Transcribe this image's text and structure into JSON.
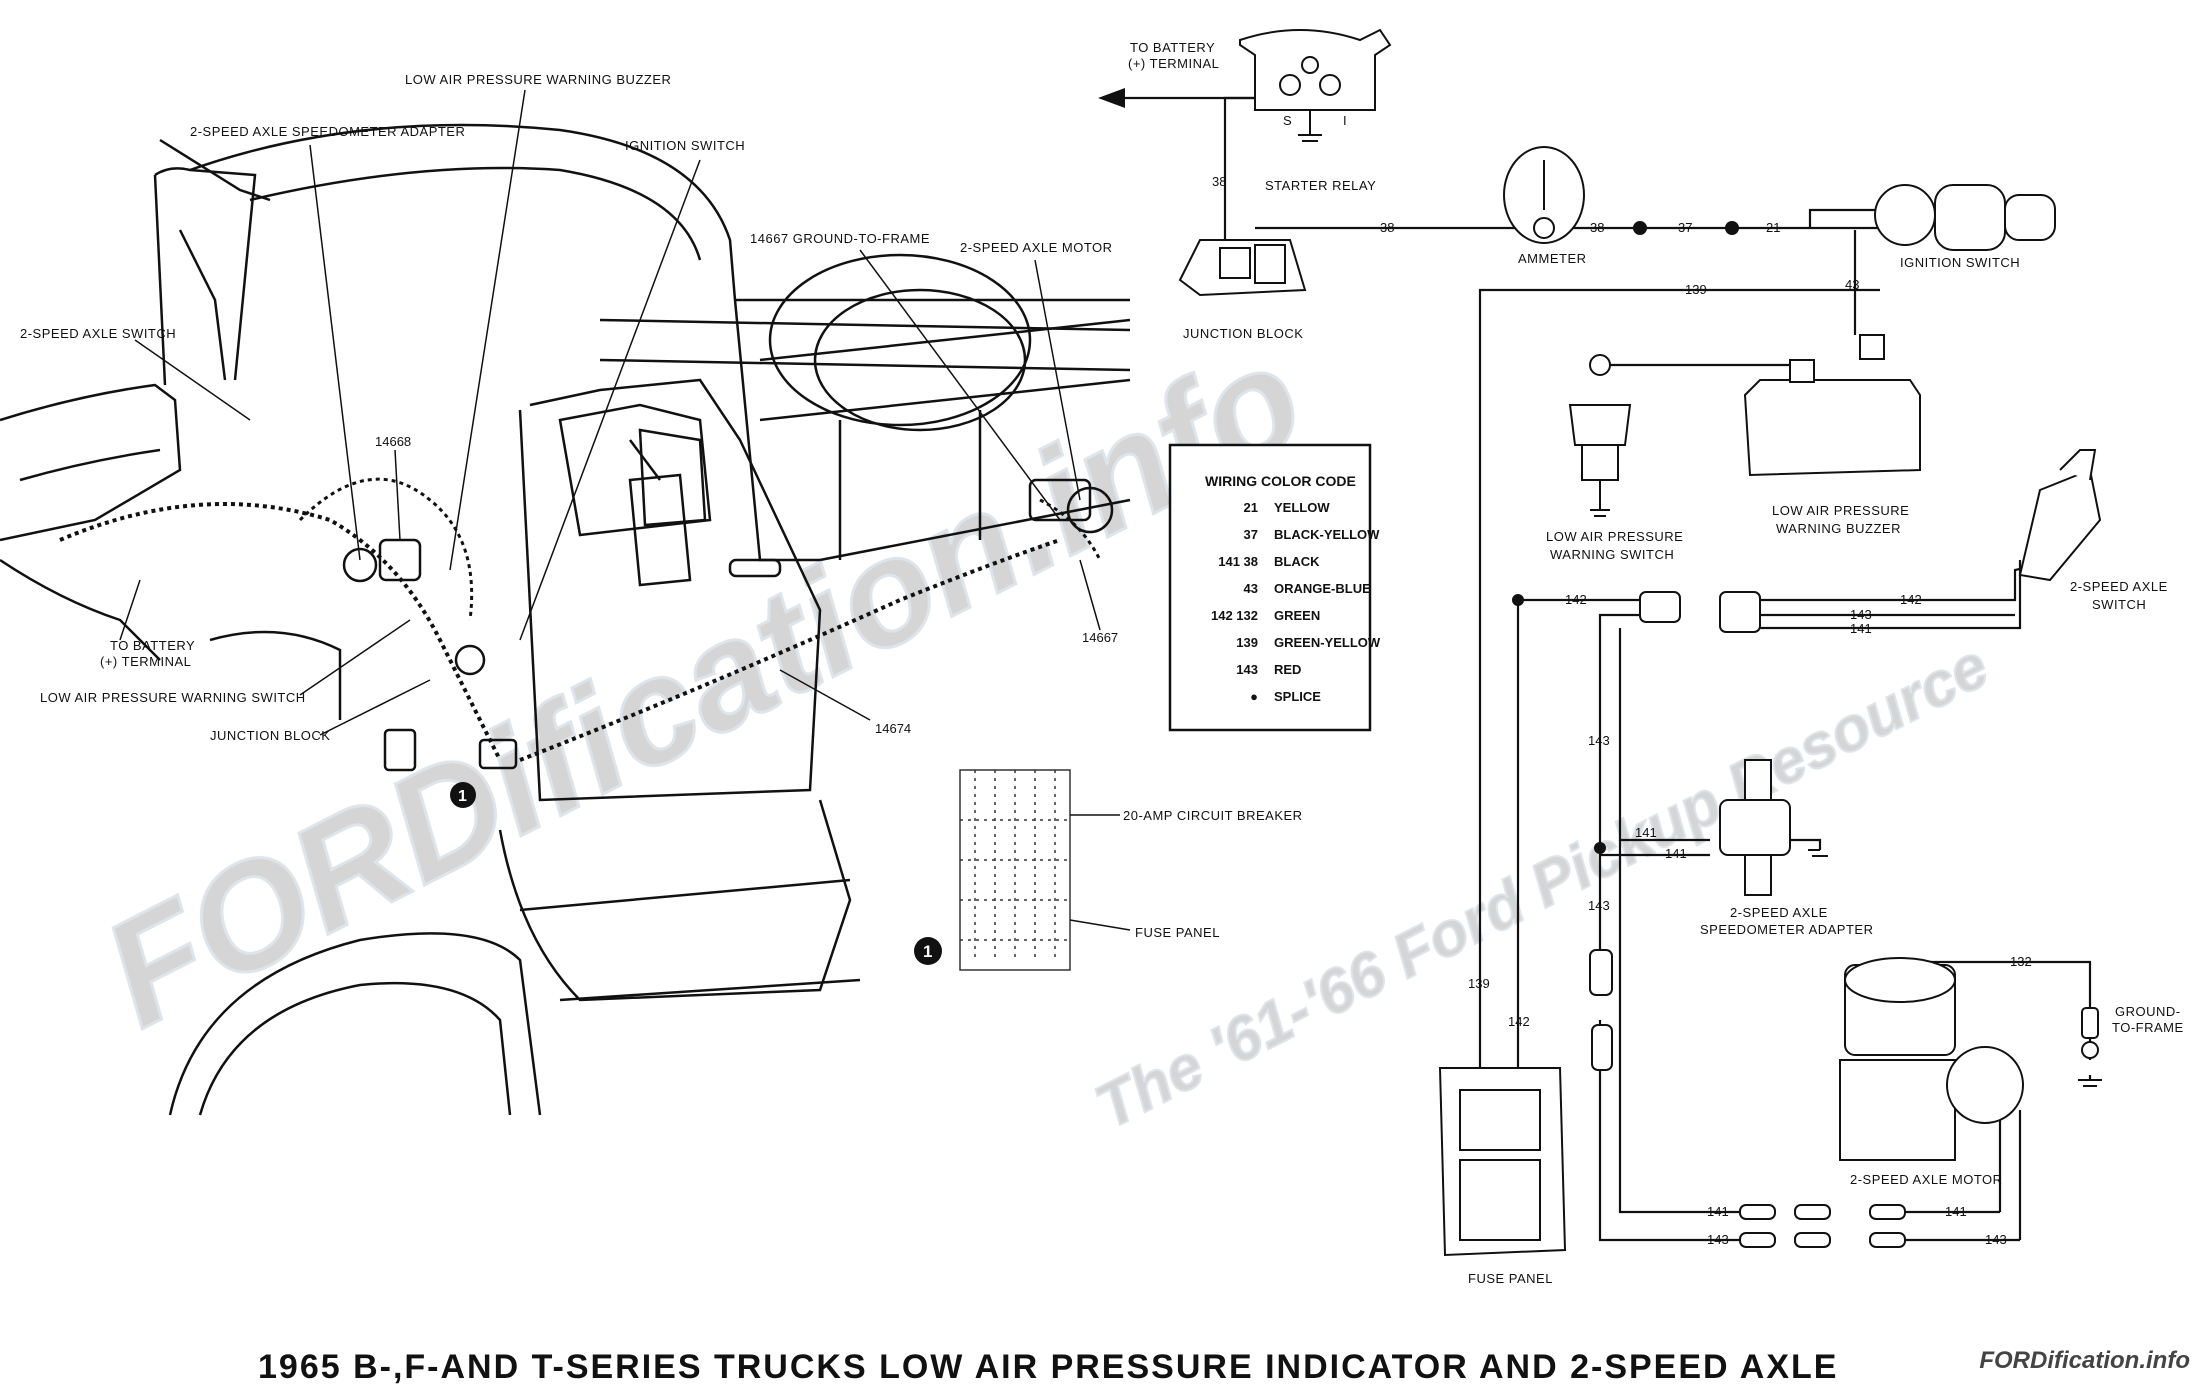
{
  "title": "1965 B-,F-AND T-SERIES TRUCKS LOW AIR PRESSURE INDICATOR AND 2-SPEED AXLE",
  "watermark": {
    "brand": "FORDification.info",
    "tagline": "The '61-'66 Ford Pickup Resource"
  },
  "left_labels": {
    "low_air_buzzer": "LOW AIR PRESSURE WARNING BUZZER",
    "speedo_adapter": "2-SPEED AXLE SPEEDOMETER ADAPTER",
    "ignition_switch": "IGNITION SWITCH",
    "axle_switch": "2-SPEED AXLE SWITCH",
    "ground_to_frame": "14667 GROUND-TO-FRAME",
    "axle_motor": "2-SPEED AXLE MOTOR",
    "part_14668": "14668",
    "battery_line1": "TO BATTERY",
    "battery_line2": "(+) TERMINAL",
    "low_air_switch": "LOW AIR PRESSURE WARNING SWITCH",
    "junction_block": "JUNCTION BLOCK",
    "part_14674": "14674",
    "part_14667": "14667",
    "callout": "1",
    "circuit_breaker": "20-AMP CIRCUIT BREAKER",
    "fuse_panel": "FUSE PANEL"
  },
  "legend": {
    "title": "WIRING COLOR CODE",
    "rows": [
      {
        "code": "21",
        "color": "YELLOW"
      },
      {
        "code": "37",
        "color": "BLACK-YELLOW"
      },
      {
        "code": "141 38",
        "color": "BLACK"
      },
      {
        "code": "43",
        "color": "ORANGE-BLUE"
      },
      {
        "code": "142 132",
        "color": "GREEN"
      },
      {
        "code": "139",
        "color": "GREEN-YELLOW"
      },
      {
        "code": "143",
        "color": "RED"
      },
      {
        "code": "●",
        "color": "SPLICE"
      }
    ]
  },
  "schematic_labels": {
    "battery_line1": "TO BATTERY",
    "battery_line2": "(+) TERMINAL",
    "starter_relay": "STARTER RELAY",
    "junction_block": "JUNCTION BLOCK",
    "ammeter": "AMMETER",
    "ignition_switch": "IGNITION SWITCH",
    "low_air_switch_line1": "LOW AIR PRESSURE",
    "low_air_switch_line2": "WARNING SWITCH",
    "low_air_buzzer_line1": "LOW AIR PRESSURE",
    "low_air_buzzer_line2": "WARNING BUZZER",
    "axle_switch_line1": "2-SPEED AXLE",
    "axle_switch_line2": "SWITCH",
    "speedo_line1": "2-SPEED AXLE",
    "speedo_line2": "SPEEDOMETER ADAPTER",
    "ground_line1": "GROUND-",
    "ground_line2": "TO-FRAME",
    "axle_motor": "2-SPEED AXLE MOTOR",
    "fuse_panel": "FUSE PANEL",
    "relay_s": "S",
    "relay_i": "I"
  },
  "wire_numbers": {
    "w38_relay": "38",
    "w38_mid": "38",
    "w38_amm": "38",
    "w37": "37",
    "w21": "21",
    "w139_top": "139",
    "w43": "43",
    "w142_left": "142",
    "w142_right": "142",
    "w143_right": "143",
    "w141_right": "141",
    "w143_v1": "143",
    "w143_v2": "143",
    "w141_a": "141",
    "w141_b": "141",
    "w132": "132",
    "w139_low": "139",
    "w142_low": "142",
    "w141_bot_l": "141",
    "w141_bot_r": "141",
    "w143_bot_l": "143",
    "w143_bot_r": "143"
  }
}
